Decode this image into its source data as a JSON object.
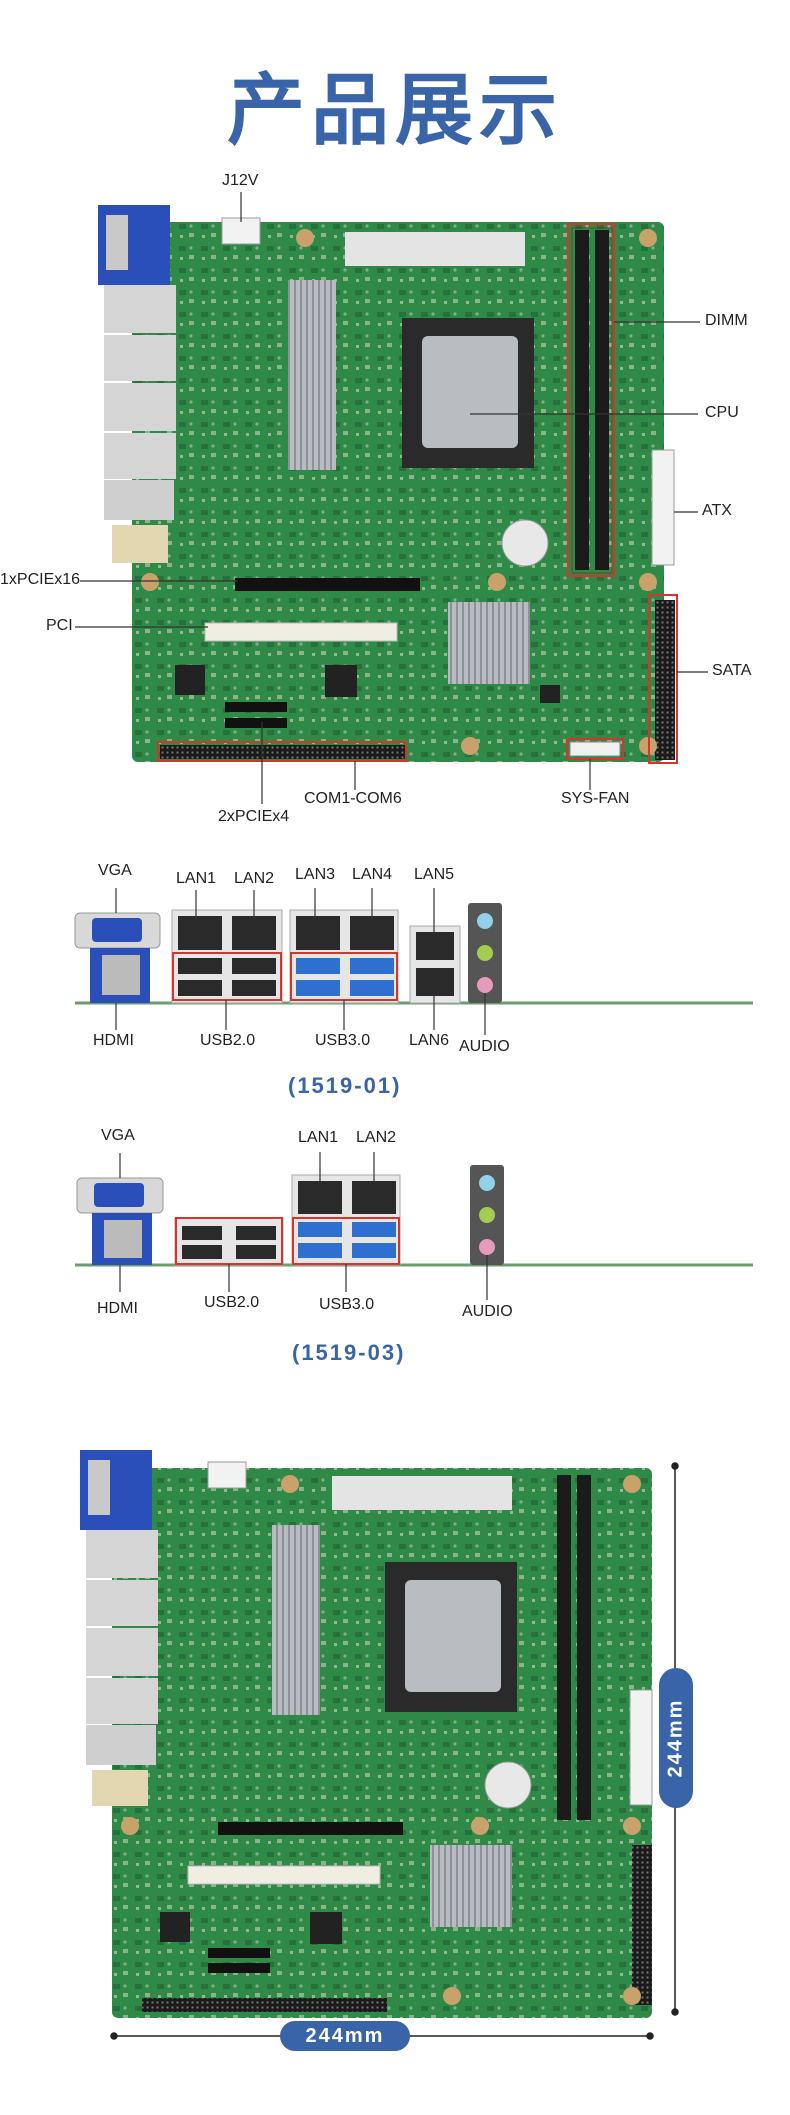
{
  "page": {
    "title": "产品展示"
  },
  "board_labels": {
    "j12v": "J12V",
    "dimm": "DIMM",
    "cpu": "CPU",
    "atx": "ATX",
    "pciex16": "1xPCIEx16",
    "pci": "PCI",
    "sata": "SATA",
    "pciex4": "2xPCIEx4",
    "com": "COM1-COM6",
    "sysfan": "SYS-FAN"
  },
  "io_1519_01": {
    "model": "(1519-01)",
    "labels": {
      "vga": "VGA",
      "lan1": "LAN1",
      "lan2": "LAN2",
      "lan3": "LAN3",
      "lan4": "LAN4",
      "lan5": "LAN5",
      "hdmi": "HDMI",
      "usb2": "USB2.0",
      "usb3": "USB3.0",
      "lan6": "LAN6",
      "audio": "AUDIO"
    }
  },
  "io_1519_03": {
    "model": "(1519-03)",
    "labels": {
      "vga": "VGA",
      "lan1": "LAN1",
      "lan2": "LAN2",
      "hdmi": "HDMI",
      "usb2": "USB2.0",
      "usb3": "USB3.0",
      "audio": "AUDIO"
    }
  },
  "dimensions": {
    "height": "244mm",
    "width": "244mm"
  },
  "colors": {
    "accent": "#3a64a8",
    "pcb": "#2f8a47",
    "highlight": "#d6342c"
  }
}
